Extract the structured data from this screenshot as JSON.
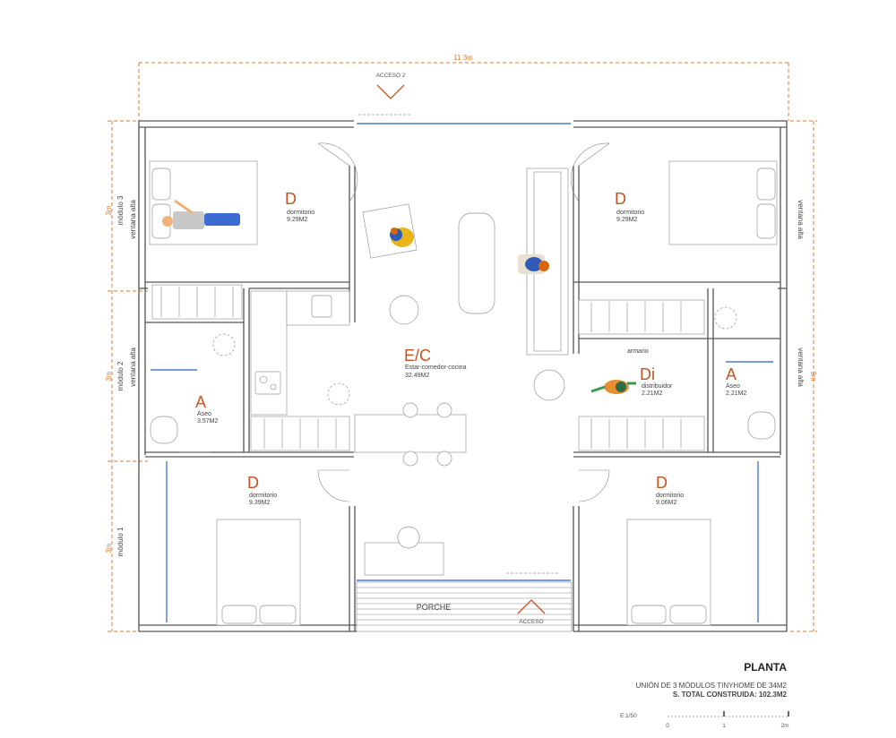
{
  "overall_dimension": "11.3m",
  "entrances": {
    "top": "ACCESO 2",
    "bottom": "ACCESO"
  },
  "porch": "PORCHE",
  "modules": [
    {
      "label": "módulo 3",
      "size": "3m",
      "window_left": "ventana alta",
      "window_right": "ventana alta",
      "right_dim": ""
    },
    {
      "label": "módulo 2",
      "size": "3m",
      "window_left": "ventana alta",
      "window_right": "ventana alta",
      "right_dim": "9m"
    },
    {
      "label": "módulo 1",
      "size": "3m"
    }
  ],
  "rooms": {
    "d_top_left": {
      "code": "D",
      "name": "dormitorio",
      "area": "9.29M2"
    },
    "d_top_right": {
      "code": "D",
      "name": "dormitorio",
      "area": "9.29M2"
    },
    "ec": {
      "code": "E/C",
      "name": "Estar-comedor-cocina",
      "area": "32.49M2"
    },
    "a_left": {
      "code": "A",
      "name": "Aseo",
      "area": "3.57M2"
    },
    "di": {
      "code": "Di",
      "name": "distribuidor",
      "area": "2.21M2"
    },
    "a_right": {
      "code": "A",
      "name": "Aseo",
      "area": "2.21M2"
    },
    "d_bottom_left": {
      "code": "D",
      "name": "dormitorio",
      "area": "9.39M2"
    },
    "d_bottom_right": {
      "code": "D",
      "name": "dormitorio",
      "area": "9.06M2"
    }
  },
  "armario": "armario",
  "title_block": {
    "title": "PLANTA",
    "subtitle": "UNIÓN DE 3 MÓDULOS TINYHOME DE 34M2",
    "total": "S. TOTAL CONSTRUIDA: 102.3M2"
  },
  "scale": {
    "label": "E:1/50",
    "ticks": [
      "0",
      "1",
      "2m"
    ]
  },
  "colors": {
    "accent": "#c8521e",
    "dimension": "#e07a2b",
    "glass": "#4a7bd0",
    "wall": "#555555"
  }
}
